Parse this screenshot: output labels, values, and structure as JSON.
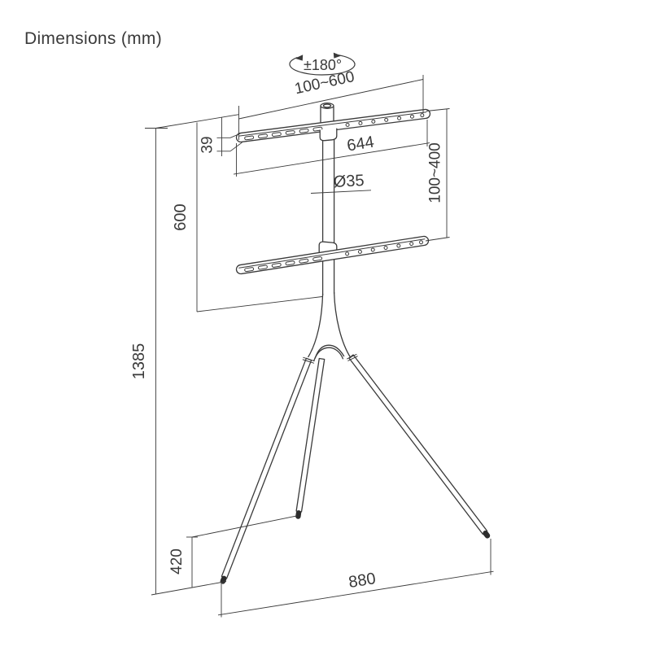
{
  "title": "Dimensions (mm)",
  "colors": {
    "line": "#3a3a3a",
    "background": "#ffffff",
    "foot_fill": "#2d2d2d"
  },
  "diagram": {
    "type": "technical-dimension-drawing",
    "subject": "tripod easel TV floor stand",
    "unit": "mm",
    "labels": {
      "rotation_range": "±180°",
      "top_width_range": "100~600",
      "bracket_end_height": "39",
      "bracket_length": "644",
      "pole_diameter": "Ø35",
      "bracket_vertical_range": "100~400",
      "upper_column_height": "600",
      "total_height": "1385",
      "rear_foot_height": "420",
      "base_width": "880"
    }
  }
}
